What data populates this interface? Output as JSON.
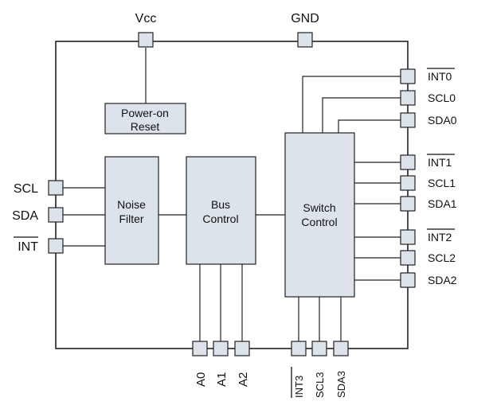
{
  "pins": {
    "vcc": "Vcc",
    "gnd": "GND",
    "scl": "SCL",
    "sda": "SDA",
    "int": "INT",
    "int0": "INT0",
    "scl0": "SCL0",
    "sda0": "SDA0",
    "int1": "INT1",
    "scl1": "SCL1",
    "sda1": "SDA1",
    "int2": "INT2",
    "scl2": "SCL2",
    "sda2": "SDA2",
    "a0": "A0",
    "a1": "A1",
    "a2": "A2",
    "int3": "INT3",
    "scl3": "SCL3",
    "sda3": "SDA3"
  },
  "blocks": {
    "power_on_reset": [
      "Power-on",
      "Reset"
    ],
    "noise_filter": [
      "Noise",
      "Filter"
    ],
    "bus_control": [
      "Bus",
      "Control"
    ],
    "switch_control": [
      "Switch",
      "Control"
    ]
  },
  "colors": {
    "block_fill": "#dde3ea",
    "line": "#222222"
  }
}
